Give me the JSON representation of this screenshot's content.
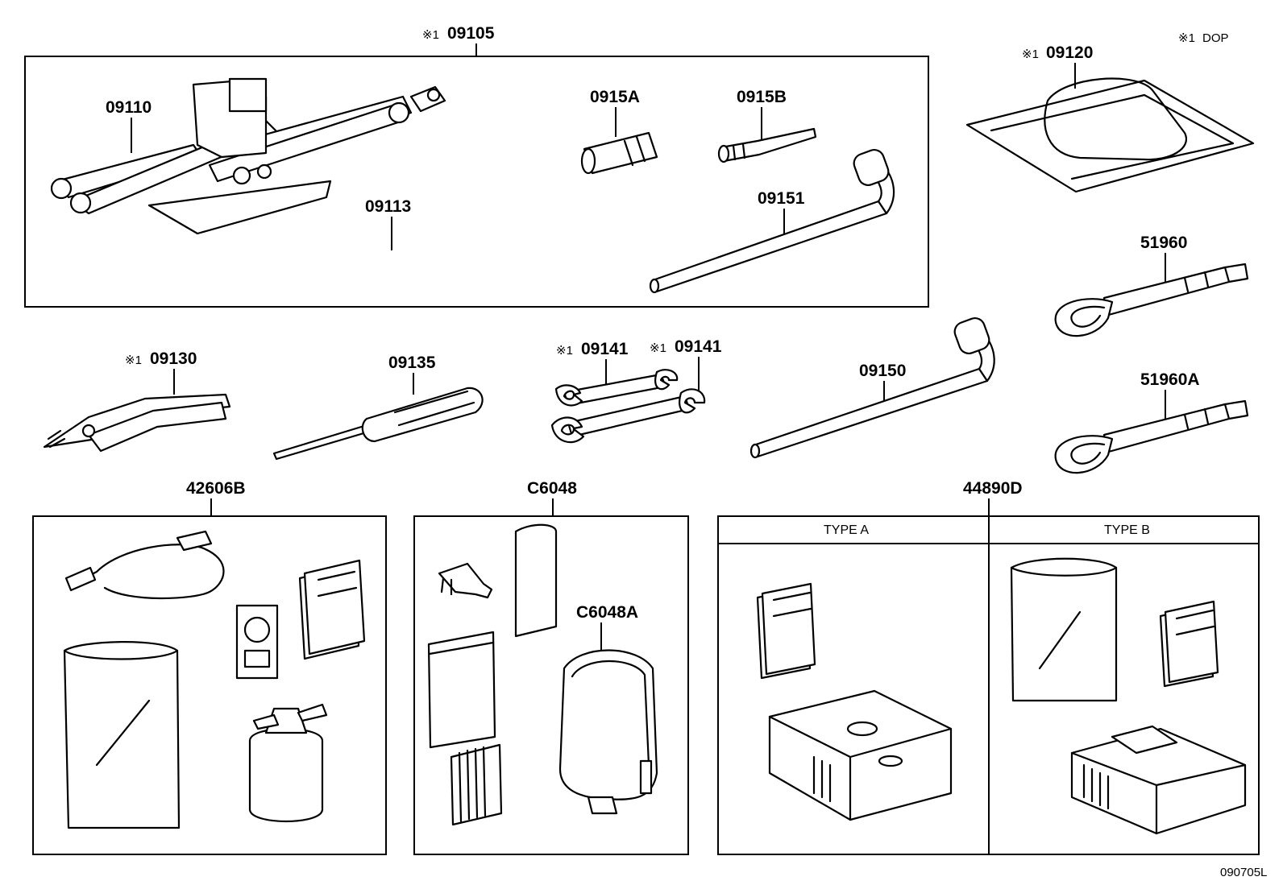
{
  "note": {
    "mark": "※1",
    "text": "DOP"
  },
  "drawing_code": "090705L",
  "groups": {
    "g09105": {
      "mark": "※1",
      "code": "09105"
    },
    "g42606B": {
      "code": "42606B"
    },
    "gC6048": {
      "code": "C6048"
    },
    "g44890D": {
      "code": "44890D",
      "type_a": "TYPE A",
      "type_b": "TYPE B"
    }
  },
  "parts": {
    "p09110": {
      "code": "09110"
    },
    "p09113": {
      "code": "09113"
    },
    "p0915A": {
      "code": "0915A"
    },
    "p0915B": {
      "code": "0915B"
    },
    "p09151": {
      "code": "09151"
    },
    "p09120": {
      "mark": "※1",
      "code": "09120"
    },
    "p51960": {
      "code": "51960"
    },
    "p51960A": {
      "code": "51960A"
    },
    "p09130": {
      "mark": "※1",
      "code": "09130"
    },
    "p09135": {
      "code": "09135"
    },
    "p09141a": {
      "mark": "※1",
      "code": "09141"
    },
    "p09141b": {
      "mark": "※1",
      "code": "09141"
    },
    "p09150": {
      "code": "09150"
    },
    "pC6048A": {
      "code": "C6048A"
    }
  }
}
